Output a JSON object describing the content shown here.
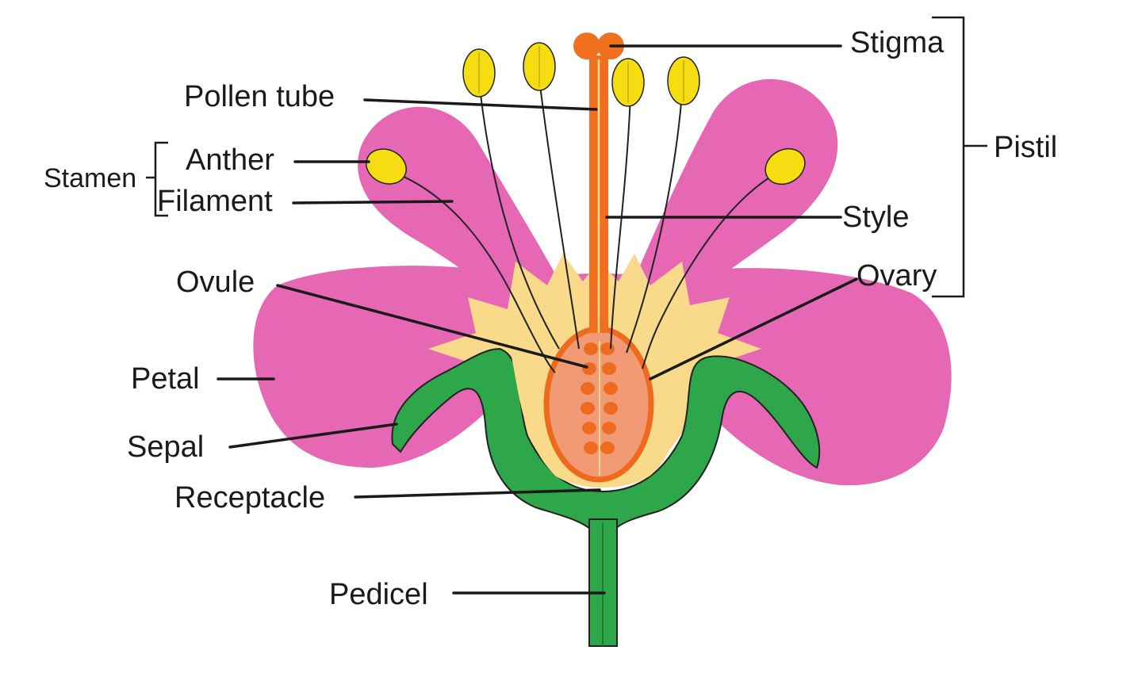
{
  "labels": {
    "stigma": "Stigma",
    "pollen_tube": "Pollen tube",
    "pistil": "Pistil",
    "stamen": "Stamen",
    "anther": "Anther",
    "filament": "Filament",
    "style": "Style",
    "ovule": "Ovule",
    "ovary": "Ovary",
    "petal": "Petal",
    "sepal": "Sepal",
    "receptacle": "Receptacle",
    "pedicel": "Pedicel"
  },
  "colors": {
    "petal": "#e668b4",
    "center": "#f9d98a",
    "sepal": "#2ea64a",
    "ovary": "#f29a76",
    "pistil": "#f07020",
    "anther": "#f5dd12"
  }
}
